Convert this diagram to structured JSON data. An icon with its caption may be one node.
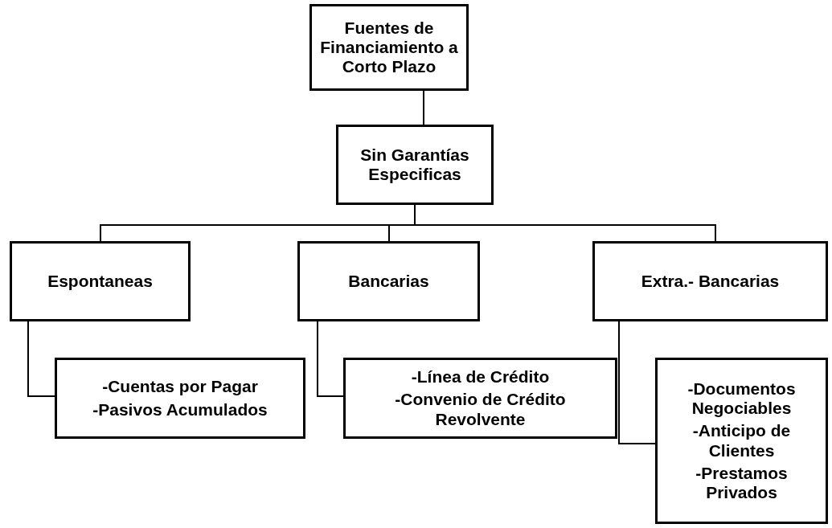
{
  "diagram": {
    "nodes": [
      {
        "text": [
          "Fuentes de Financiamiento a Corto Plazo"
        ]
      },
      {
        "text": [
          "Sin Garantías Especificas"
        ]
      },
      {
        "text": [
          "Espontaneas"
        ]
      },
      {
        "text": [
          "Bancarias"
        ]
      },
      {
        "text": [
          "Extra.- Bancarias"
        ]
      },
      {
        "text": [
          "-Cuentas por Pagar",
          "-Pasivos Acumulados"
        ]
      },
      {
        "text": [
          "-Línea de Crédito",
          "-Convenio de Crédito Revolvente"
        ]
      },
      {
        "text": [
          "-Documentos Negociables",
          "-Anticipo de Clientes",
          "-Prestamos Privados"
        ]
      }
    ],
    "edges": [
      {
        "from": 0,
        "to": 1,
        "arrow": "none"
      },
      {
        "from": 1,
        "to": 2,
        "arrow": "none"
      },
      {
        "from": 1,
        "to": 3,
        "arrow": "none"
      },
      {
        "from": 1,
        "to": 4,
        "arrow": "none"
      },
      {
        "from": 2,
        "to": 5,
        "arrow": "none"
      },
      {
        "from": 3,
        "to": 6,
        "arrow": "none"
      },
      {
        "from": 4,
        "to": 7,
        "arrow": "none"
      }
    ]
  }
}
